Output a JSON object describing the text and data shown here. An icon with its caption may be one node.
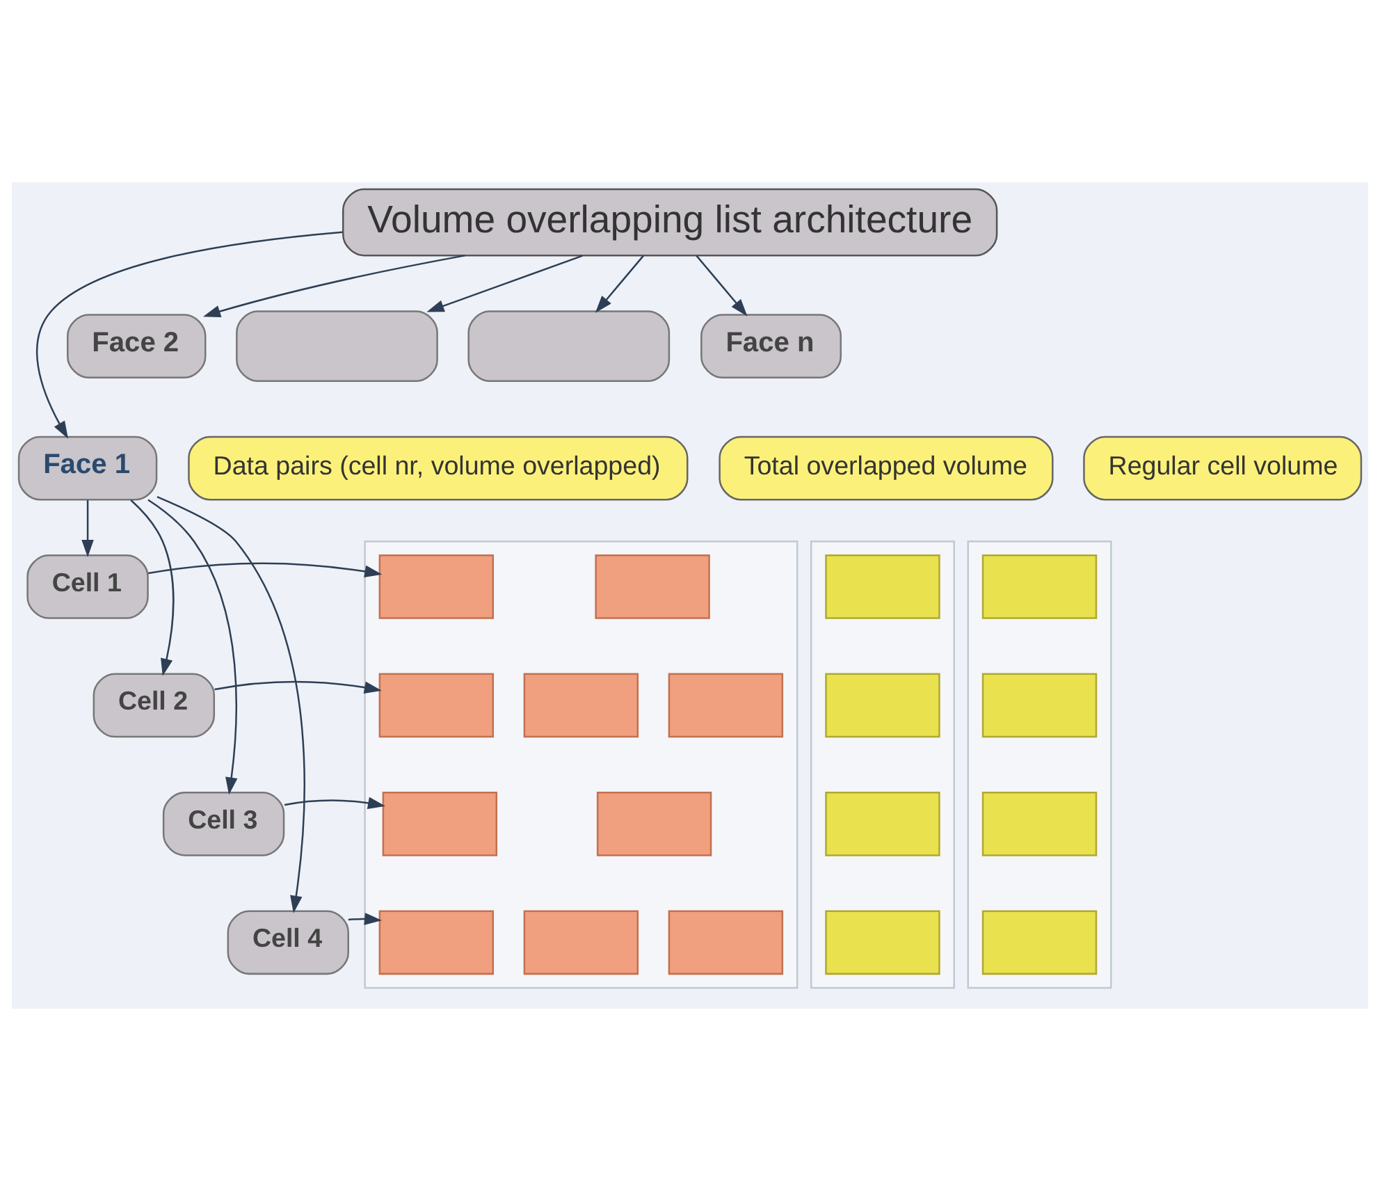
{
  "diagram": {
    "nodes": [
      {
        "text": [
          "Volume overlapping list architecture"
        ]
      },
      {
        "text": [
          "Face 1"
        ]
      },
      {
        "text": [
          "Face 2"
        ]
      },
      {
        "text": [],
        "shape": "box"
      },
      {
        "text": [],
        "shape": "box"
      },
      {
        "text": [
          "Face n"
        ]
      },
      {
        "text": [
          "Data pairs (cell nr, volume overlapped)"
        ]
      },
      {
        "text": [
          "Total overlapped volume"
        ]
      },
      {
        "text": [
          "Regular cell volume"
        ]
      },
      {
        "text": [],
        "shape": "box"
      },
      {
        "text": [],
        "shape": "box"
      },
      {
        "text": [],
        "shape": "box"
      },
      {
        "text": [
          "Cell 1"
        ]
      },
      {
        "text": [],
        "shape": "box",
        "in": 9
      },
      {
        "text": [],
        "shape": "box",
        "in": 9
      },
      {
        "text": [],
        "shape": "box",
        "in": 10
      },
      {
        "text": [],
        "shape": "box",
        "in": 11
      },
      {
        "text": [
          "Cell 2"
        ]
      },
      {
        "text": [],
        "shape": "box",
        "in": 9
      },
      {
        "text": [],
        "shape": "box",
        "in": 9
      },
      {
        "text": [],
        "shape": "box",
        "in": 9
      },
      {
        "text": [],
        "shape": "box",
        "in": 10
      },
      {
        "text": [],
        "shape": "box",
        "in": 11
      },
      {
        "text": [
          "Cell 3"
        ]
      },
      {
        "text": [],
        "shape": "box",
        "in": 9
      },
      {
        "text": [],
        "shape": "box",
        "in": 9
      },
      {
        "text": [],
        "shape": "box",
        "in": 10
      },
      {
        "text": [],
        "shape": "box",
        "in": 11
      },
      {
        "text": [
          "Cell 4"
        ]
      },
      {
        "text": [],
        "shape": "box",
        "in": 9
      },
      {
        "text": [],
        "shape": "box",
        "in": 9
      },
      {
        "text": [],
        "shape": "box",
        "in": 9
      },
      {
        "text": [],
        "shape": "box",
        "in": 10
      },
      {
        "text": [],
        "shape": "box",
        "in": 11
      }
    ],
    "edges": [
      {
        "from": 0,
        "to": 1,
        "arrow": "to"
      },
      {
        "from": 0,
        "to": 2,
        "arrow": "to"
      },
      {
        "from": 0,
        "to": 3,
        "arrow": "to"
      },
      {
        "from": 0,
        "to": 4,
        "arrow": "to"
      },
      {
        "from": 0,
        "to": 5,
        "arrow": "to"
      },
      {
        "from": 1,
        "to": 12,
        "arrow": "to"
      },
      {
        "from": 1,
        "to": 17,
        "arrow": "to"
      },
      {
        "from": 1,
        "to": 23,
        "arrow": "to"
      },
      {
        "from": 1,
        "to": 28,
        "arrow": "to"
      },
      {
        "from": 12,
        "to": 13,
        "arrow": "to"
      },
      {
        "from": 17,
        "to": 18,
        "arrow": "to"
      },
      {
        "from": 23,
        "to": 24,
        "arrow": "to"
      },
      {
        "from": 28,
        "to": 29,
        "arrow": "to"
      }
    ]
  }
}
